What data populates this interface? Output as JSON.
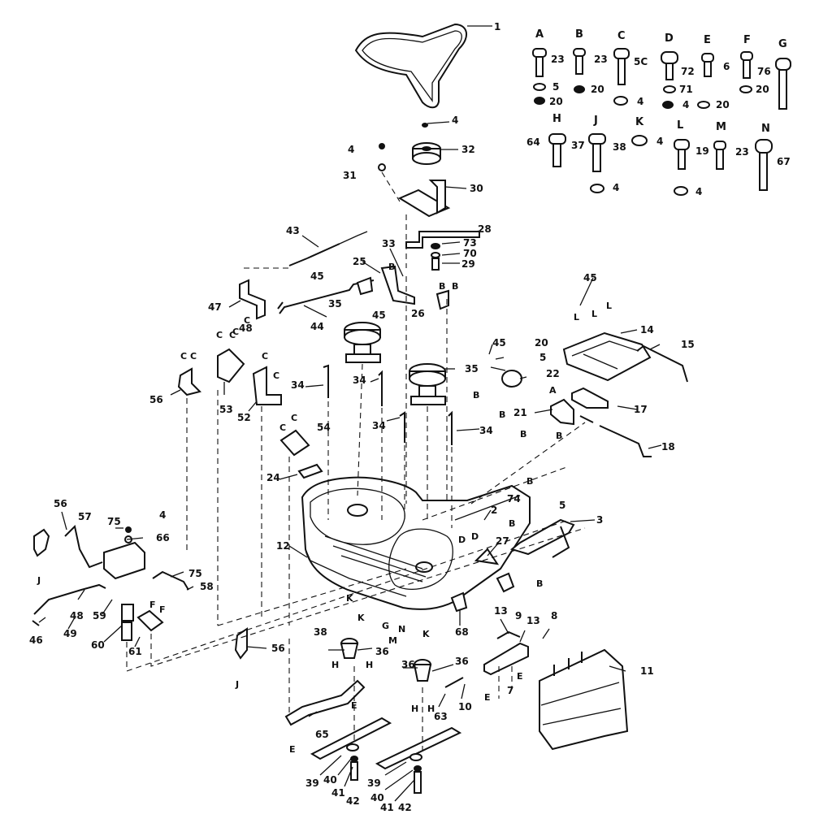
{
  "title": "",
  "hardware_key": [
    {
      "letter": "A",
      "qty": "23",
      "extra": [
        "5",
        "20"
      ]
    },
    {
      "letter": "B",
      "qty": "23",
      "extra": [
        "20"
      ]
    },
    {
      "letter": "C",
      "qty": "5C",
      "extra": [
        "4"
      ]
    },
    {
      "letter": "D",
      "qty": "72",
      "extra": [
        "71",
        "4",
        "20"
      ]
    },
    {
      "letter": "E",
      "qty": "6",
      "extra": []
    },
    {
      "letter": "F",
      "qty": "76",
      "extra": [
        "20"
      ]
    },
    {
      "letter": "G",
      "qty": "",
      "extra": []
    },
    {
      "letter": "H",
      "qty": "64",
      "extra": []
    },
    {
      "letter": "J",
      "qty": "37",
      "qty2": "38",
      "extra": [
        "4"
      ]
    },
    {
      "letter": "K",
      "qty": "4",
      "extra": []
    },
    {
      "letter": "L",
      "qty": "19",
      "extra": [
        "4"
      ]
    },
    {
      "letter": "M",
      "qty": "23",
      "extra": []
    },
    {
      "letter": "N",
      "qty": "67",
      "extra": []
    }
  ],
  "callouts": [
    "1",
    "4",
    "4",
    "32",
    "31",
    "30",
    "28",
    "73",
    "70",
    "29",
    "43",
    "33",
    "25",
    "26",
    "45",
    "47",
    "35",
    "45",
    "48",
    "44",
    "45",
    "20",
    "5",
    "22",
    "14",
    "15",
    "45",
    "21",
    "17",
    "18",
    "56",
    "53",
    "52",
    "34",
    "34",
    "35",
    "34",
    "34",
    "54",
    "24",
    "12",
    "2",
    "74",
    "5",
    "3",
    "27",
    "56",
    "57",
    "75",
    "4",
    "66",
    "75",
    "58",
    "59",
    "48",
    "49",
    "46",
    "60",
    "61",
    "56",
    "38",
    "36",
    "36",
    "36",
    "13",
    "9",
    "13",
    "8",
    "7",
    "10",
    "63",
    "11",
    "65",
    "39",
    "40",
    "41",
    "42",
    "39",
    "40",
    "41",
    "42",
    "68"
  ],
  "letter_marks": [
    "B",
    "B",
    "B",
    "C",
    "C",
    "C",
    "C",
    "C",
    "C",
    "C",
    "C",
    "C",
    "C",
    "L",
    "L",
    "L",
    "B",
    "B",
    "A",
    "B",
    "B",
    "B",
    "D",
    "D",
    "B",
    "B",
    "E",
    "E",
    "J",
    "J",
    "F",
    "F",
    "G",
    "M",
    "N",
    "K",
    "K",
    "K",
    "H",
    "H",
    "H",
    "H",
    "E",
    "E"
  ]
}
